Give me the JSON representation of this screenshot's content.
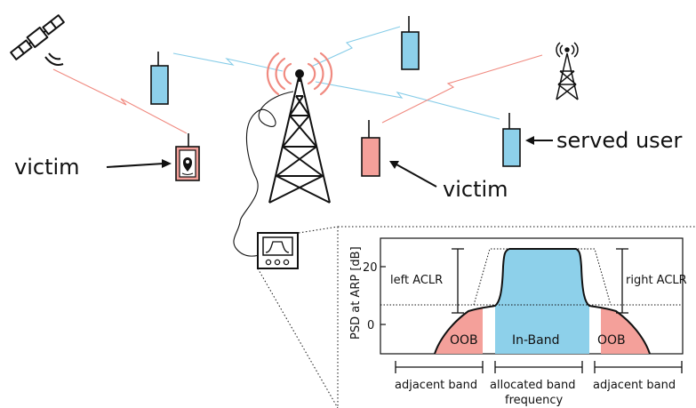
{
  "labels": {
    "victim_left": "victim",
    "victim_center": "victim",
    "served_user": "served user"
  },
  "chart_data": {
    "type": "area",
    "ylabel": "PSD at ARP [dB]",
    "xlabel": "frequency",
    "yticks": [
      "20",
      "0"
    ],
    "region_labels": {
      "oob_left": "OOB",
      "inband": "In-Band",
      "oob_right": "OOB"
    },
    "aclr_labels": {
      "left": "left ACLR",
      "right": "right ACLR"
    },
    "band_labels": {
      "left": "adjacent band",
      "center": "allocated band",
      "right": "adjacent band"
    }
  },
  "colors": {
    "interference": "#f08a80",
    "wanted": "#86cce8",
    "victim_fill": "#f4a09a",
    "ue_fill": "#8dd0ea",
    "oob_fill": "#f4a09a",
    "inband_fill": "#8dd0ea"
  },
  "icons": [
    "satellite-icon",
    "cell-tower-icon",
    "small-tower-icon",
    "ue-device-icon",
    "gps-tracker-icon",
    "spectrum-analyzer-icon"
  ]
}
